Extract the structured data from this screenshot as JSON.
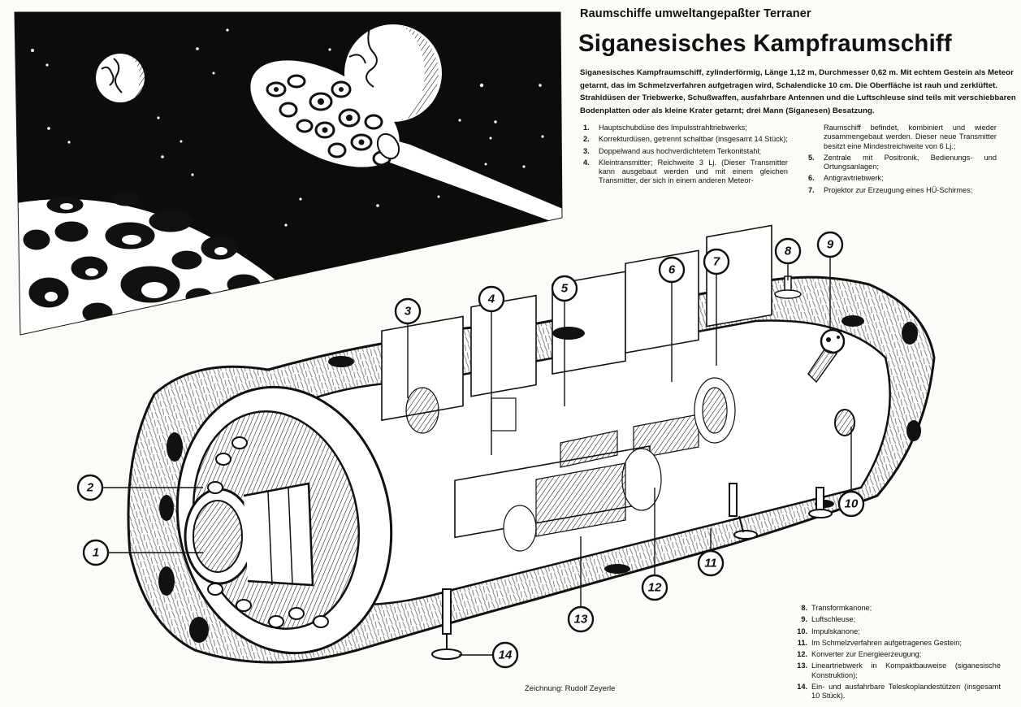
{
  "header": {
    "kicker": "Raumschiffe umweltangepaßter Terraner",
    "title": "Siganesisches Kampfraumschiff"
  },
  "intro": "Siganesisches Kampfraumschiff, zylinderförmig, Länge 1,12 m, Durchmesser 0,62 m. Mit echtem Gestein als Meteor getarnt, das im Schmelzverfahren aufgetragen wird, Schalendicke 10 cm. Die Oberfläche ist rauh und zerklüftet. Strahldüsen der Triebwerke, Schußwaffen, ausfahrbare Antennen und die Luftschleuse sind teils mit verschiebbaren Bodenplatten oder als kleine Krater getarnt; drei Mann (Siganesen) Besatzung.",
  "legend": [
    {
      "num": "1.",
      "text": "Hauptschubdüse des Impulsstrahltriebwerks;"
    },
    {
      "num": "2.",
      "text": "Korrekturdüsen, getrennt schaltbar (insgesamt 14 Stück);"
    },
    {
      "num": "3.",
      "text": "Doppelwand aus hochverdichtetem Terkonitstahl;"
    },
    {
      "num": "4.",
      "text": "Kleintransmitter; Reichweite 3 Lj. (Dieser Transmitter kann ausgebaut werden und mit einem gleichen Transmitter, der sich in einem anderen Meteor-"
    },
    {
      "num": "",
      "text": "Raumschiff befindet, kombiniert und wieder zusammengebaut werden. Dieser neue Transmitter besitzt eine Mindestreichweite von 6 Lj.;"
    },
    {
      "num": "5.",
      "text": "Zentrale mit Positronik, Bedienungs- und Ortungsanlagen;"
    },
    {
      "num": "6.",
      "text": "Antigravtriebwerk;"
    },
    {
      "num": "7.",
      "text": "Projektor zur Erzeugung eines HÜ-Schirmes;"
    },
    {
      "num": "8.",
      "text": "Transformkanone;"
    },
    {
      "num": "9.",
      "text": "Luftschleuse;"
    },
    {
      "num": "10.",
      "text": "Impulskanone;"
    },
    {
      "num": "11.",
      "text": "Im Schmelzverfahren aufgetragenes Gestein;"
    },
    {
      "num": "12.",
      "text": "Konverter zur Energieerzeugung;"
    },
    {
      "num": "13.",
      "text": "Lineartriebwerk in Kompaktbauweise (siganesische Konstruktion);"
    },
    {
      "num": "14.",
      "text": "Ein- und ausfahrbare Teleskoplandestützen (insgesamt 10 Stück)."
    }
  ],
  "callouts": [
    "1",
    "2",
    "3",
    "4",
    "5",
    "6",
    "7",
    "8",
    "9",
    "10",
    "11",
    "12",
    "13",
    "14"
  ],
  "credit": "Zeichnung: Rudolf Zeyerle",
  "illustration": {
    "space_scene": "space-scene-with-cratered-meteor-ship-planets-and-stars",
    "cutaway": "siganese-combat-ship-cutaway-drawing"
  }
}
